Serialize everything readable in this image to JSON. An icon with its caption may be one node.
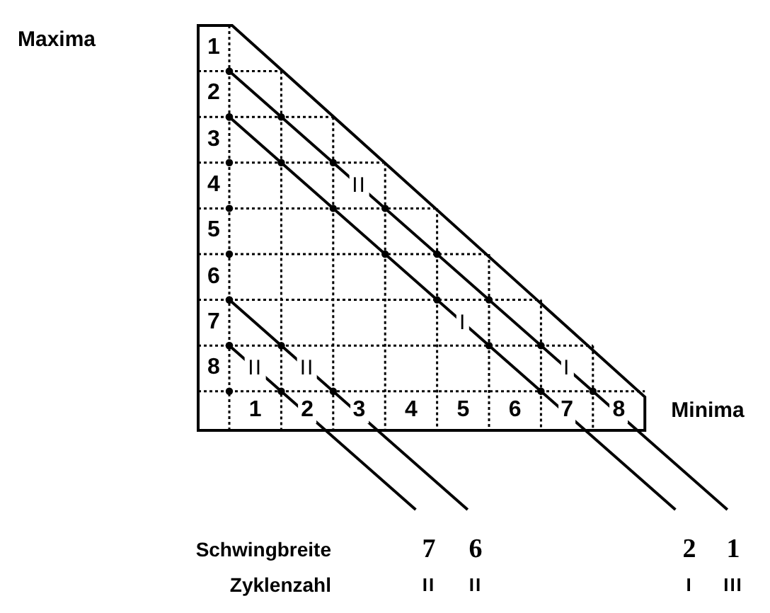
{
  "diagram": {
    "labels": [
      "Maxima",
      "1",
      "2",
      "3",
      "4",
      "II",
      "5",
      "6",
      "7",
      "I",
      "8",
      "II",
      "II",
      "I",
      "1",
      "2",
      "3",
      "4",
      "5",
      "6",
      "7",
      "8",
      "Minima",
      "Schwingbreite",
      "7",
      "6",
      "2",
      "1",
      "Zyklenzahl",
      "II",
      "II",
      "I",
      "III"
    ]
  }
}
